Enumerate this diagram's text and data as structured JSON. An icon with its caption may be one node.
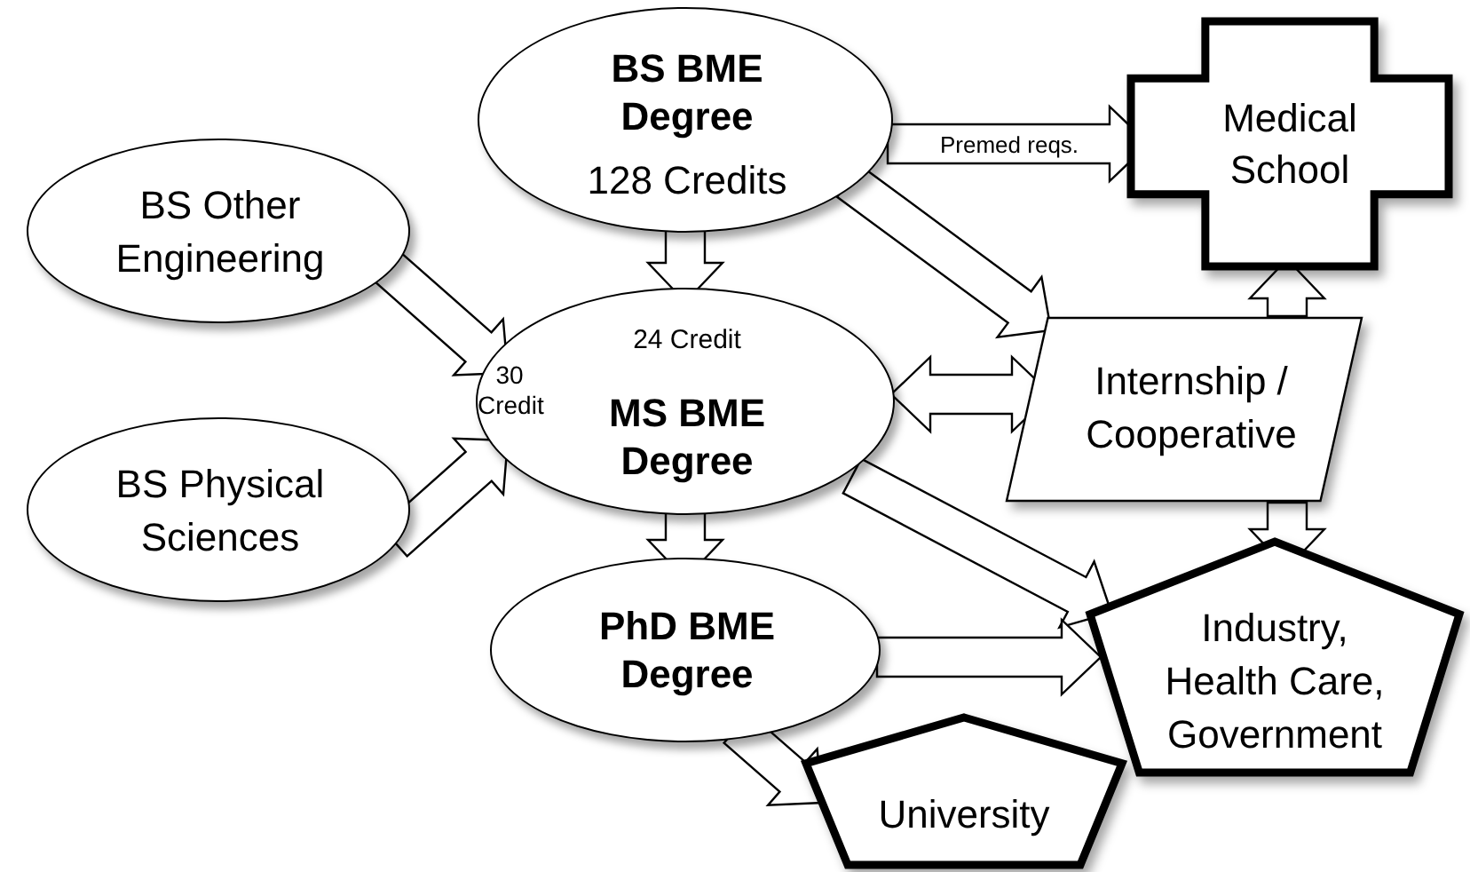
{
  "diagram": {
    "nodes": [
      {
        "text": [
          "BS BME Degree",
          "128 Credits"
        ]
      },
      {
        "text": [
          "Medical School"
        ]
      },
      {
        "text": [
          "BS Other Engineering"
        ]
      },
      {
        "text": [
          "24 Credit",
          "30 Credit",
          "MS BME Degree"
        ]
      },
      {
        "text": [
          "Internship / Cooperative"
        ]
      },
      {
        "text": [
          "BS Physical Sciences"
        ]
      },
      {
        "text": [
          "PhD BME Degree"
        ]
      },
      {
        "text": [
          "Industry, Health Care, Government"
        ]
      },
      {
        "text": [
          "University"
        ]
      }
    ],
    "edges": [
      {
        "from": 0,
        "to": 1,
        "arrow": "to",
        "label": "Premed reqs."
      },
      {
        "from": 0,
        "to": 3,
        "arrow": "to"
      },
      {
        "from": 0,
        "to": 4,
        "arrow": "to"
      },
      {
        "from": 2,
        "to": 3,
        "arrow": "to"
      },
      {
        "from": 5,
        "to": 3,
        "arrow": "to"
      },
      {
        "from": 3,
        "to": 4,
        "arrow": "both"
      },
      {
        "from": 4,
        "to": 1,
        "arrow": "to"
      },
      {
        "from": 4,
        "to": 7,
        "arrow": "to"
      },
      {
        "from": 3,
        "to": 7,
        "arrow": "to"
      },
      {
        "from": 6,
        "to": 7,
        "arrow": "to"
      },
      {
        "from": 3,
        "to": 6,
        "arrow": "to"
      },
      {
        "from": 6,
        "to": 8,
        "arrow": "to"
      }
    ]
  }
}
